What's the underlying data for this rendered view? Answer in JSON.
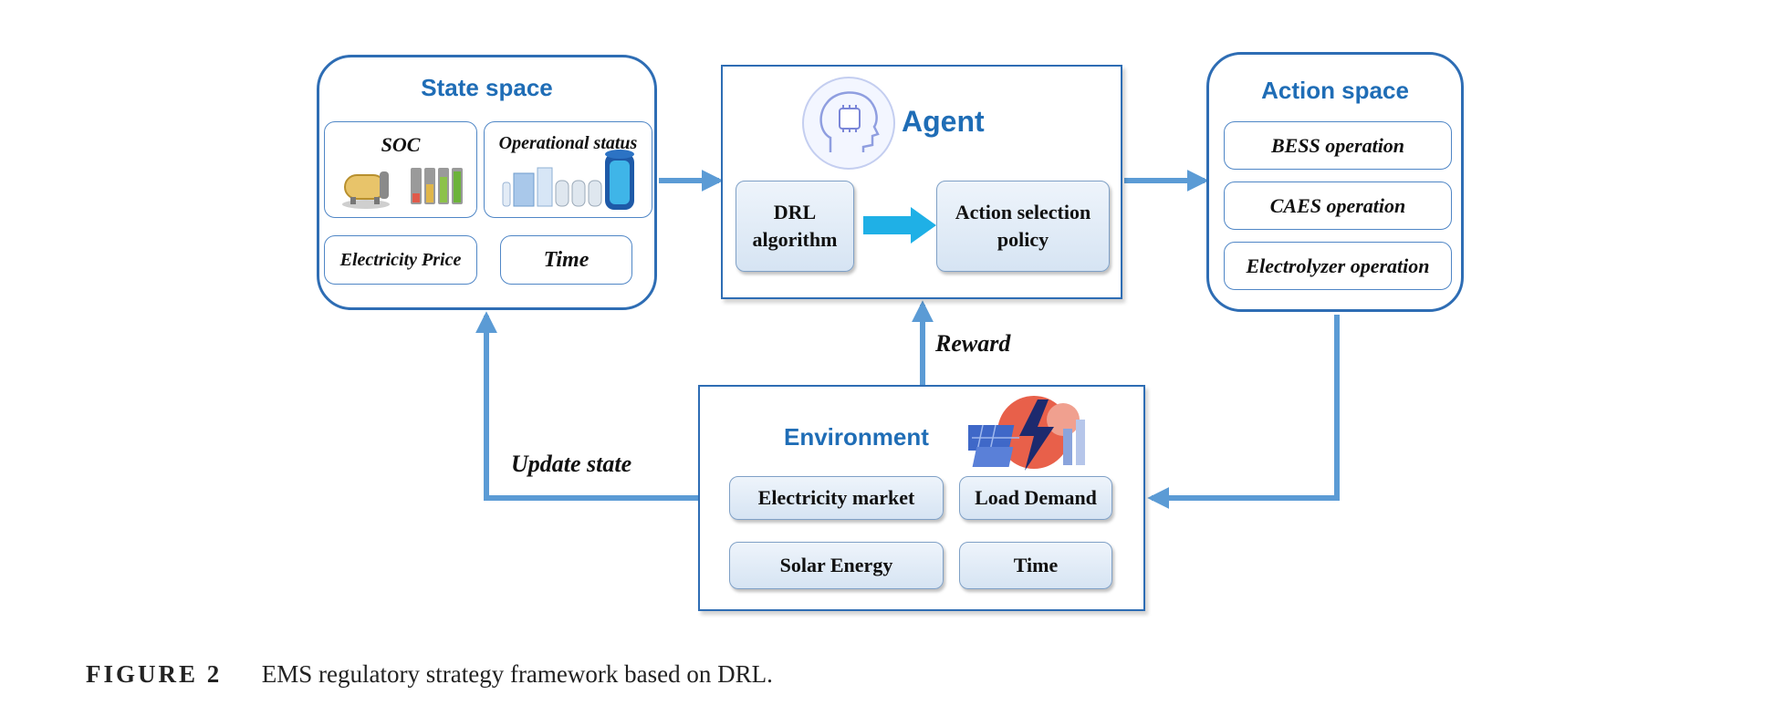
{
  "state_space": {
    "title": "State space",
    "soc": "SOC",
    "operational_status": "Operational status",
    "electricity_price": "Electricity Price",
    "time": "Time"
  },
  "agent": {
    "title": "Agent",
    "drl_algorithm": "DRL algorithm",
    "action_selection_policy": "Action selection policy"
  },
  "action_space": {
    "title": "Action space",
    "bess": "BESS operation",
    "caes": "CAES operation",
    "electrolyzer": "Electrolyzer operation"
  },
  "environment": {
    "title": "Environment",
    "electricity_market": "Electricity market",
    "load_demand": "Load Demand",
    "solar_energy": "Solar Energy",
    "time": "Time"
  },
  "labels": {
    "reward": "Reward",
    "update_state": "Update state"
  },
  "caption": {
    "figure": "FIGURE 2",
    "text": "EMS regulatory strategy framework based on DRL."
  },
  "colors": {
    "accent": "#1f6db6",
    "arrow": "#5b9bd5",
    "inner_arrow": "#1fb0e6"
  },
  "icons": {
    "soc": [
      "tank-icon",
      "battery-levels-icon"
    ],
    "operational_status": [
      "storage-tanks-icon",
      "cylinder-battery-icon"
    ],
    "agent": "ai-head-icon",
    "environment": "energy-environment-icon"
  }
}
